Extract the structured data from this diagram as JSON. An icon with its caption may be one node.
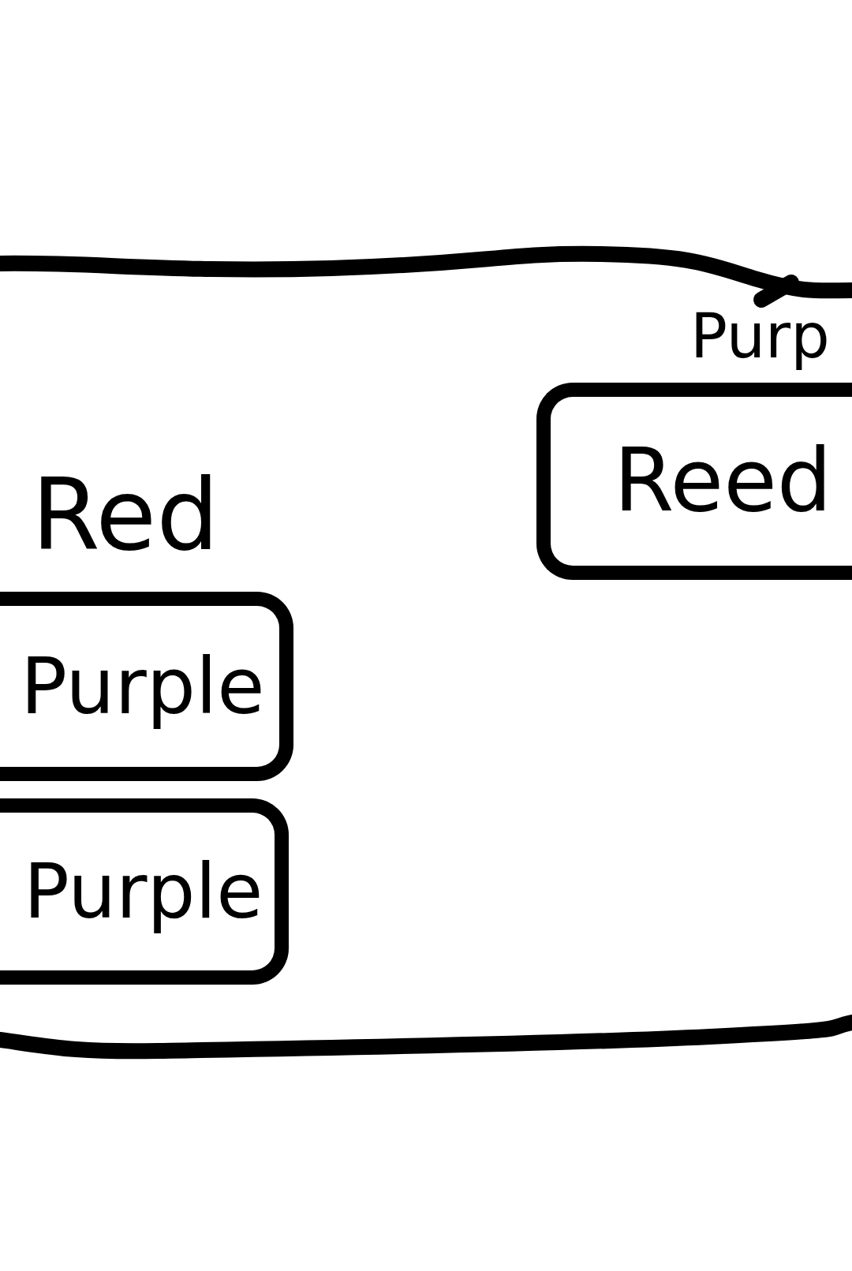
{
  "diagram": {
    "nodes": [
      {
        "text": [],
        "shape": "band"
      },
      {
        "text": [
          "Red",
          "Purple"
        ],
        "in": 0
      },
      {
        "text": [
          "Purple"
        ],
        "in": 0
      },
      {
        "text": [
          "Purp",
          "Reed"
        ],
        "in": 0
      }
    ]
  }
}
